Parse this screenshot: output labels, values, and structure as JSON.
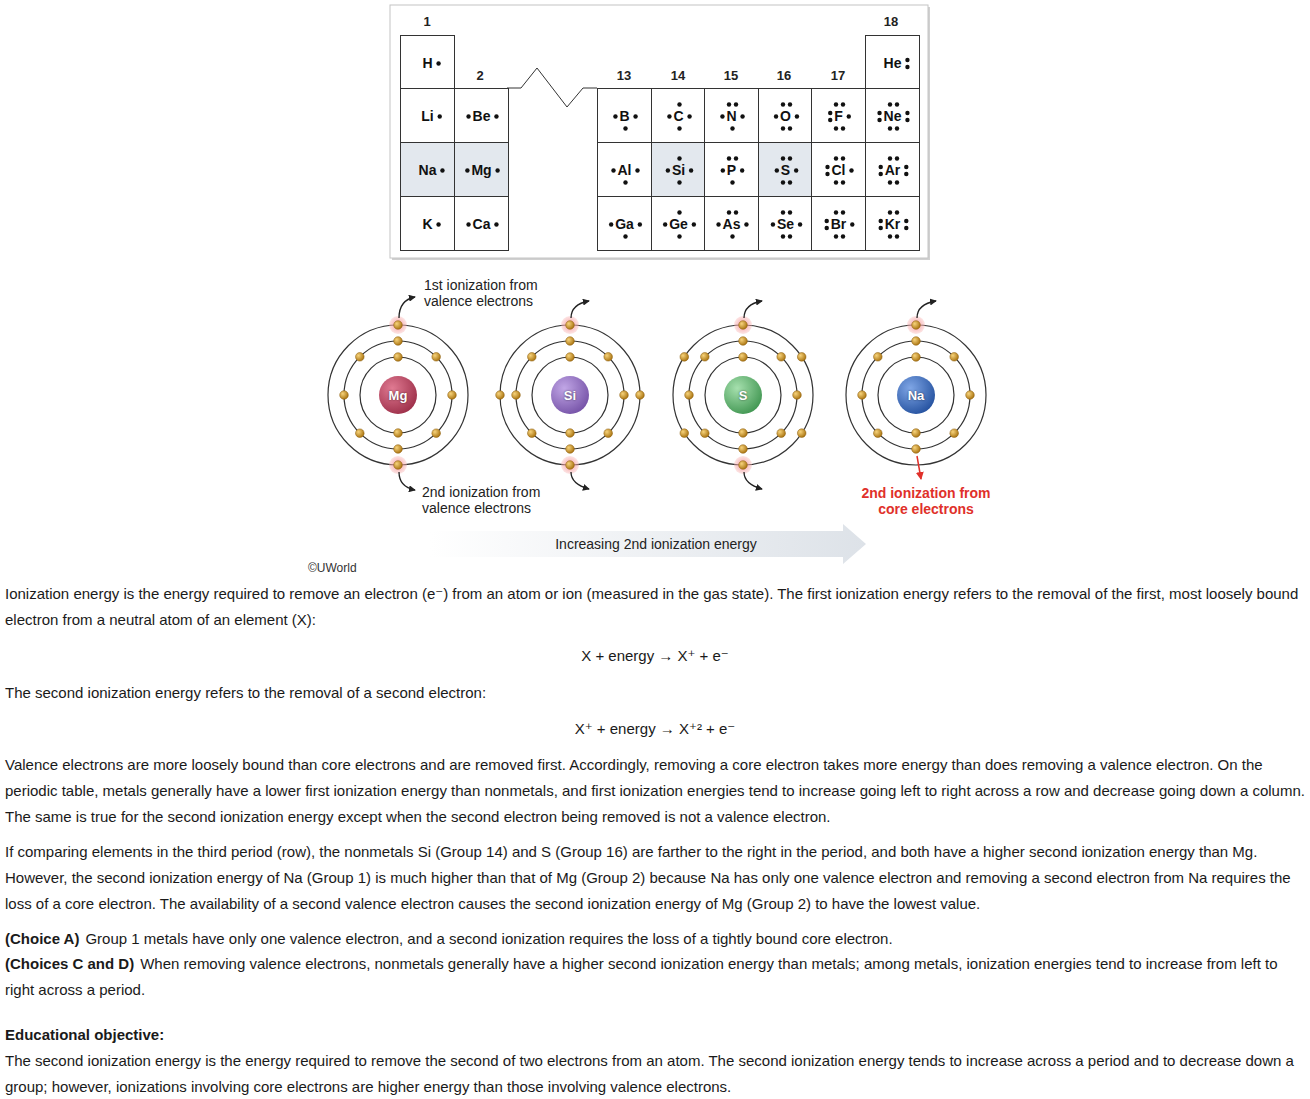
{
  "diagram": {
    "nodes": [
      {
        "text": [
          "H"
        ]
      },
      {
        "text": [
          "He"
        ]
      },
      {
        "text": [
          "Li"
        ]
      },
      {
        "text": [
          "Be"
        ]
      },
      {
        "text": [
          "B"
        ]
      },
      {
        "text": [
          "C"
        ]
      },
      {
        "text": [
          "N"
        ]
      },
      {
        "text": [
          "O"
        ]
      },
      {
        "text": [
          "F"
        ]
      },
      {
        "text": [
          "Ne"
        ]
      },
      {
        "text": [
          "Na"
        ]
      },
      {
        "text": [
          "Mg"
        ]
      },
      {
        "text": [
          "Al"
        ]
      },
      {
        "text": [
          "Si"
        ]
      },
      {
        "text": [
          "P"
        ]
      },
      {
        "text": [
          "S"
        ]
      },
      {
        "text": [
          "Cl"
        ]
      },
      {
        "text": [
          "Ar"
        ]
      },
      {
        "text": [
          "K"
        ]
      },
      {
        "text": [
          "Ca"
        ]
      },
      {
        "text": [
          "Ga"
        ]
      },
      {
        "text": [
          "Ge"
        ]
      },
      {
        "text": [
          "As"
        ]
      },
      {
        "text": [
          "Se"
        ]
      },
      {
        "text": [
          "Br"
        ]
      },
      {
        "text": [
          "Kr"
        ]
      },
      {
        "text": [
          "Mg"
        ]
      },
      {
        "text": [
          "Si"
        ]
      },
      {
        "text": [
          "S"
        ]
      },
      {
        "text": [
          "Na"
        ]
      }
    ],
    "labels": [
      "1",
      "18",
      "2",
      "13",
      "14",
      "15",
      "16",
      "17",
      "1st ionization from valence electrons",
      "2nd ionization from valence electrons",
      "2nd ionization from core electrons",
      "Increasing 2nd ionization energy",
      "©UWorld",
      "Ionization energy is the energy required to remove an electron (e⁻) from an atom or ion (measured in the gas state). The first ionization energy refers to the removal of the first, most loosely bound electron from a neutral atom of an element (X):",
      "X + energy → X⁺ + e⁻",
      "The second ionization energy refers to the removal of a second electron:",
      "X⁺ + energy → X⁺² + e⁻",
      "Valence electrons are more loosely bound than core electrons and are removed first. Accordingly, removing a core electron takes more energy than does removing a valence electron. On the periodic table, metals generally have a lower first ionization energy than nonmetals, and first ionization energies tend to increase going left to right across a row and decrease going down a column. The same is true for the second ionization energy except when the second electron being removed is not a valence electron.",
      "If comparing elements in the third period (row), the nonmetals Si (Group 14) and S (Group 16) are farther to the right in the period, and both have a higher second ionization energy than Mg. However, the second ionization energy of Na (Group 1) is much higher than that of Mg (Group 2) because Na has only one valence electron and removing a second electron from Na requires the loss of a core electron. The availability of a second valence electron causes the second ionization energy of Mg (Group 2) to have the lowest value.",
      "(Choice A)",
      "Group 1 metals have only one valence electron, and a second ionization requires the loss of a tightly bound core electron.",
      "(Choices C and D)",
      "When removing valence electrons, nonmetals generally have a higher second ionization energy than metals; among metals, ionization energies tend to increase from left to right across a period.",
      "Educational objective:",
      "The second ionization energy is the energy required to remove the second of two electrons from an atom. The second ionization energy tends to increase across a period and to decrease down a group; however, ionizations involving core electrons are higher energy than those involving valence electrons."
    ]
  }
}
